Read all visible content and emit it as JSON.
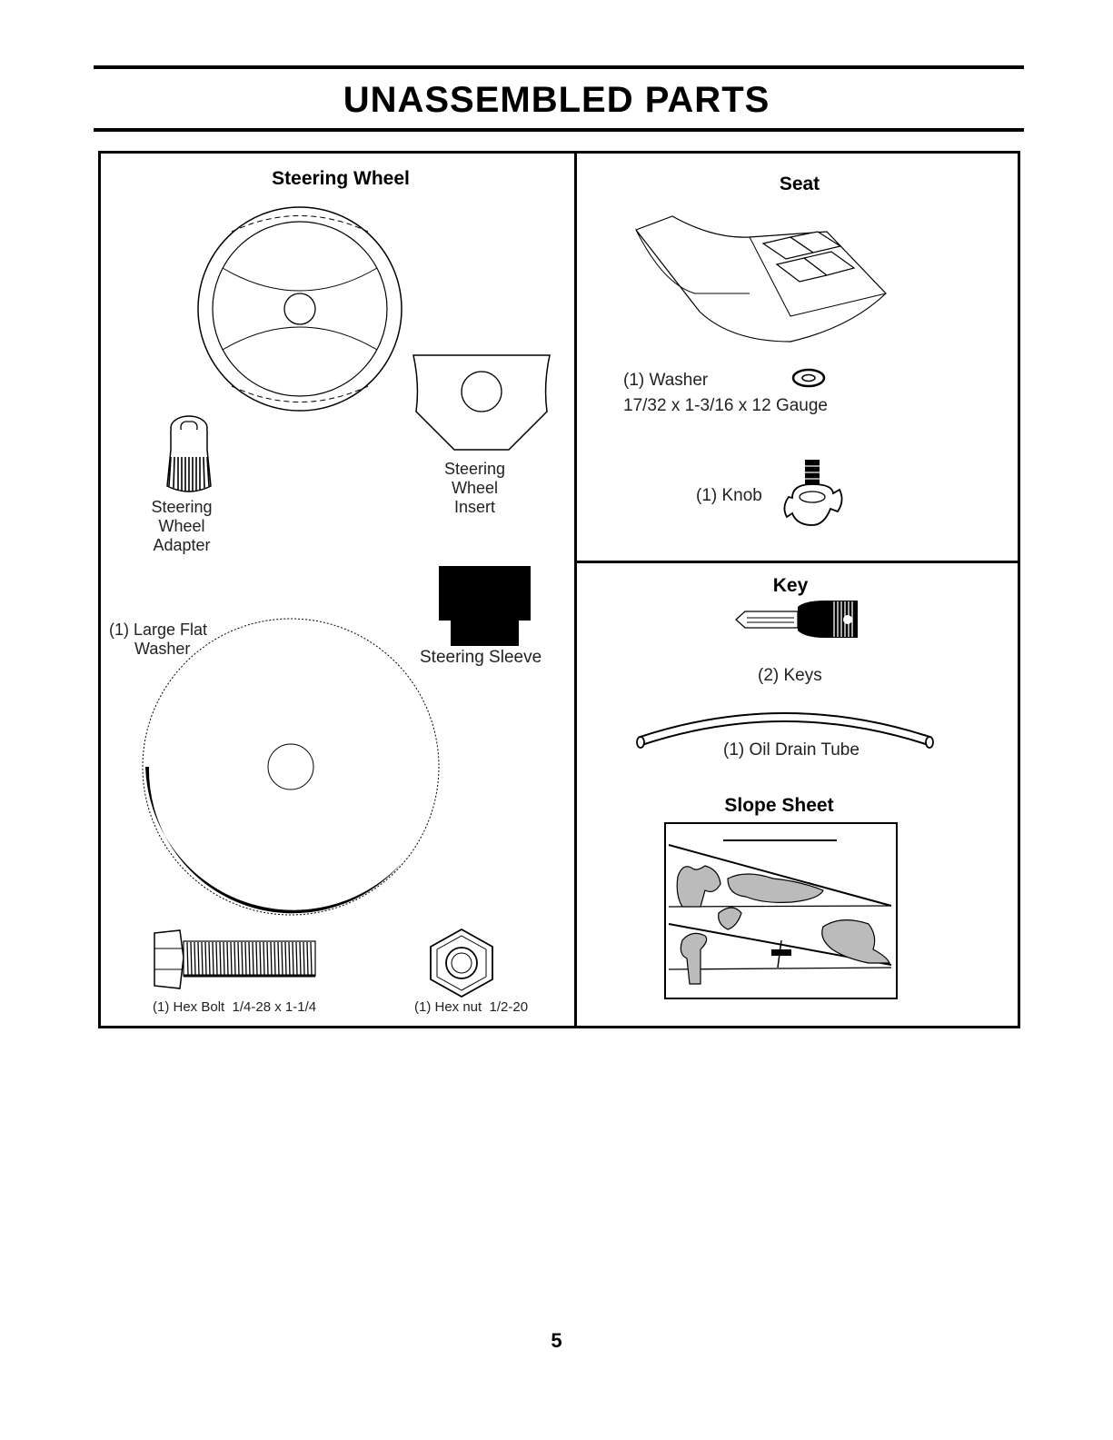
{
  "header": {
    "title": "UNASSEMBLED PARTS"
  },
  "steering_panel": {
    "heading": "Steering Wheel",
    "insert_label": [
      "Steering",
      "Wheel",
      "Insert"
    ],
    "adapter_label": [
      "Steering",
      "Wheel",
      "Adapter"
    ],
    "washer_label": [
      "(1) Large Flat",
      "Washer"
    ],
    "sleeve_label": "Steering Sleeve",
    "bolt_label": "(1) Hex Bolt  1/4-28 x 1-1/4",
    "nut_label": "(1) Hex nut  1/2-20"
  },
  "seat_panel": {
    "heading": "Seat",
    "washer_label": "(1) Washer",
    "washer_spec": "17/32 x 1-3/16 x 12 Gauge",
    "knob_label": "(1) Knob"
  },
  "key_panel": {
    "heading": "Key",
    "keys_label": "(2) Keys",
    "tube_label": "(1) Oil Drain Tube",
    "slope_heading": "Slope Sheet"
  },
  "footer": {
    "page_number": "5"
  }
}
